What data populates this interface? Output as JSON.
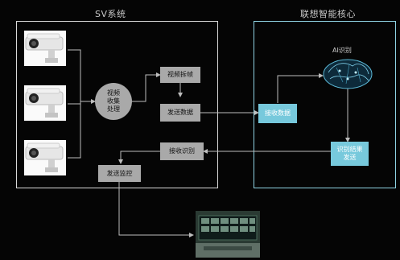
{
  "sv_system": {
    "title": "SV系统"
  },
  "lenovo_core": {
    "title": "联想智能核心"
  },
  "nodes": {
    "video_collect": "视频\n收集\n处理",
    "video_split": "视频拆帧",
    "send_data": "发送数据",
    "receive_recognition": "接收识别",
    "send_monitor": "发送监控",
    "receive_data": "接收数据",
    "ai_recognition": "AI识别",
    "recognition_result": "识别结果\n发送"
  },
  "colors": {
    "gray_box": "#a9a9a9",
    "blue_box": "#77c9dc",
    "blue_border": "#8fd3e3"
  },
  "icons": [
    "camera-icon",
    "camera-icon",
    "camera-icon",
    "ai-brain-icon",
    "monitor-wall-image"
  ]
}
